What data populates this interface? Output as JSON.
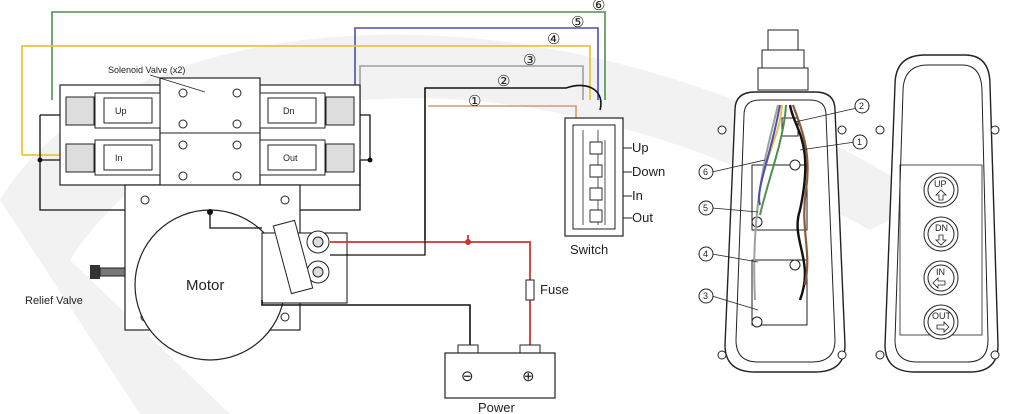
{
  "wiring_diagram": {
    "solenoid_title": "Solenoid Valve (x2)",
    "valve_labels": {
      "up": "Up",
      "dn": "Dn",
      "in": "In",
      "out": "Out"
    },
    "motor_label": "Motor",
    "relief_valve_label": "Relief Valve",
    "fuse_label": "Fuse",
    "power_label": "Power",
    "power_terminals": {
      "negative": "⊖",
      "positive": "⊕"
    },
    "switch_label": "Switch",
    "switch_positions": [
      "Up",
      "Down",
      "In",
      "Out"
    ],
    "wire_numbers": [
      "①",
      "②",
      "③",
      "④",
      "⑤",
      "⑥"
    ]
  },
  "pendant_open": {
    "callouts": [
      "1",
      "2",
      "3",
      "4",
      "5",
      "6"
    ]
  },
  "pendant_closed": {
    "buttons": [
      "UP",
      "DN",
      "IN",
      "OUT"
    ]
  },
  "colors": {
    "wire_green": "#4f8f4f",
    "wire_blue": "#4b4fb5",
    "wire_yellow": "#e8c640",
    "wire_gray": "#a0a0a0",
    "wire_red": "#c8382e",
    "wire_brown": "#8a5a3a",
    "wire_black": "#111111"
  }
}
